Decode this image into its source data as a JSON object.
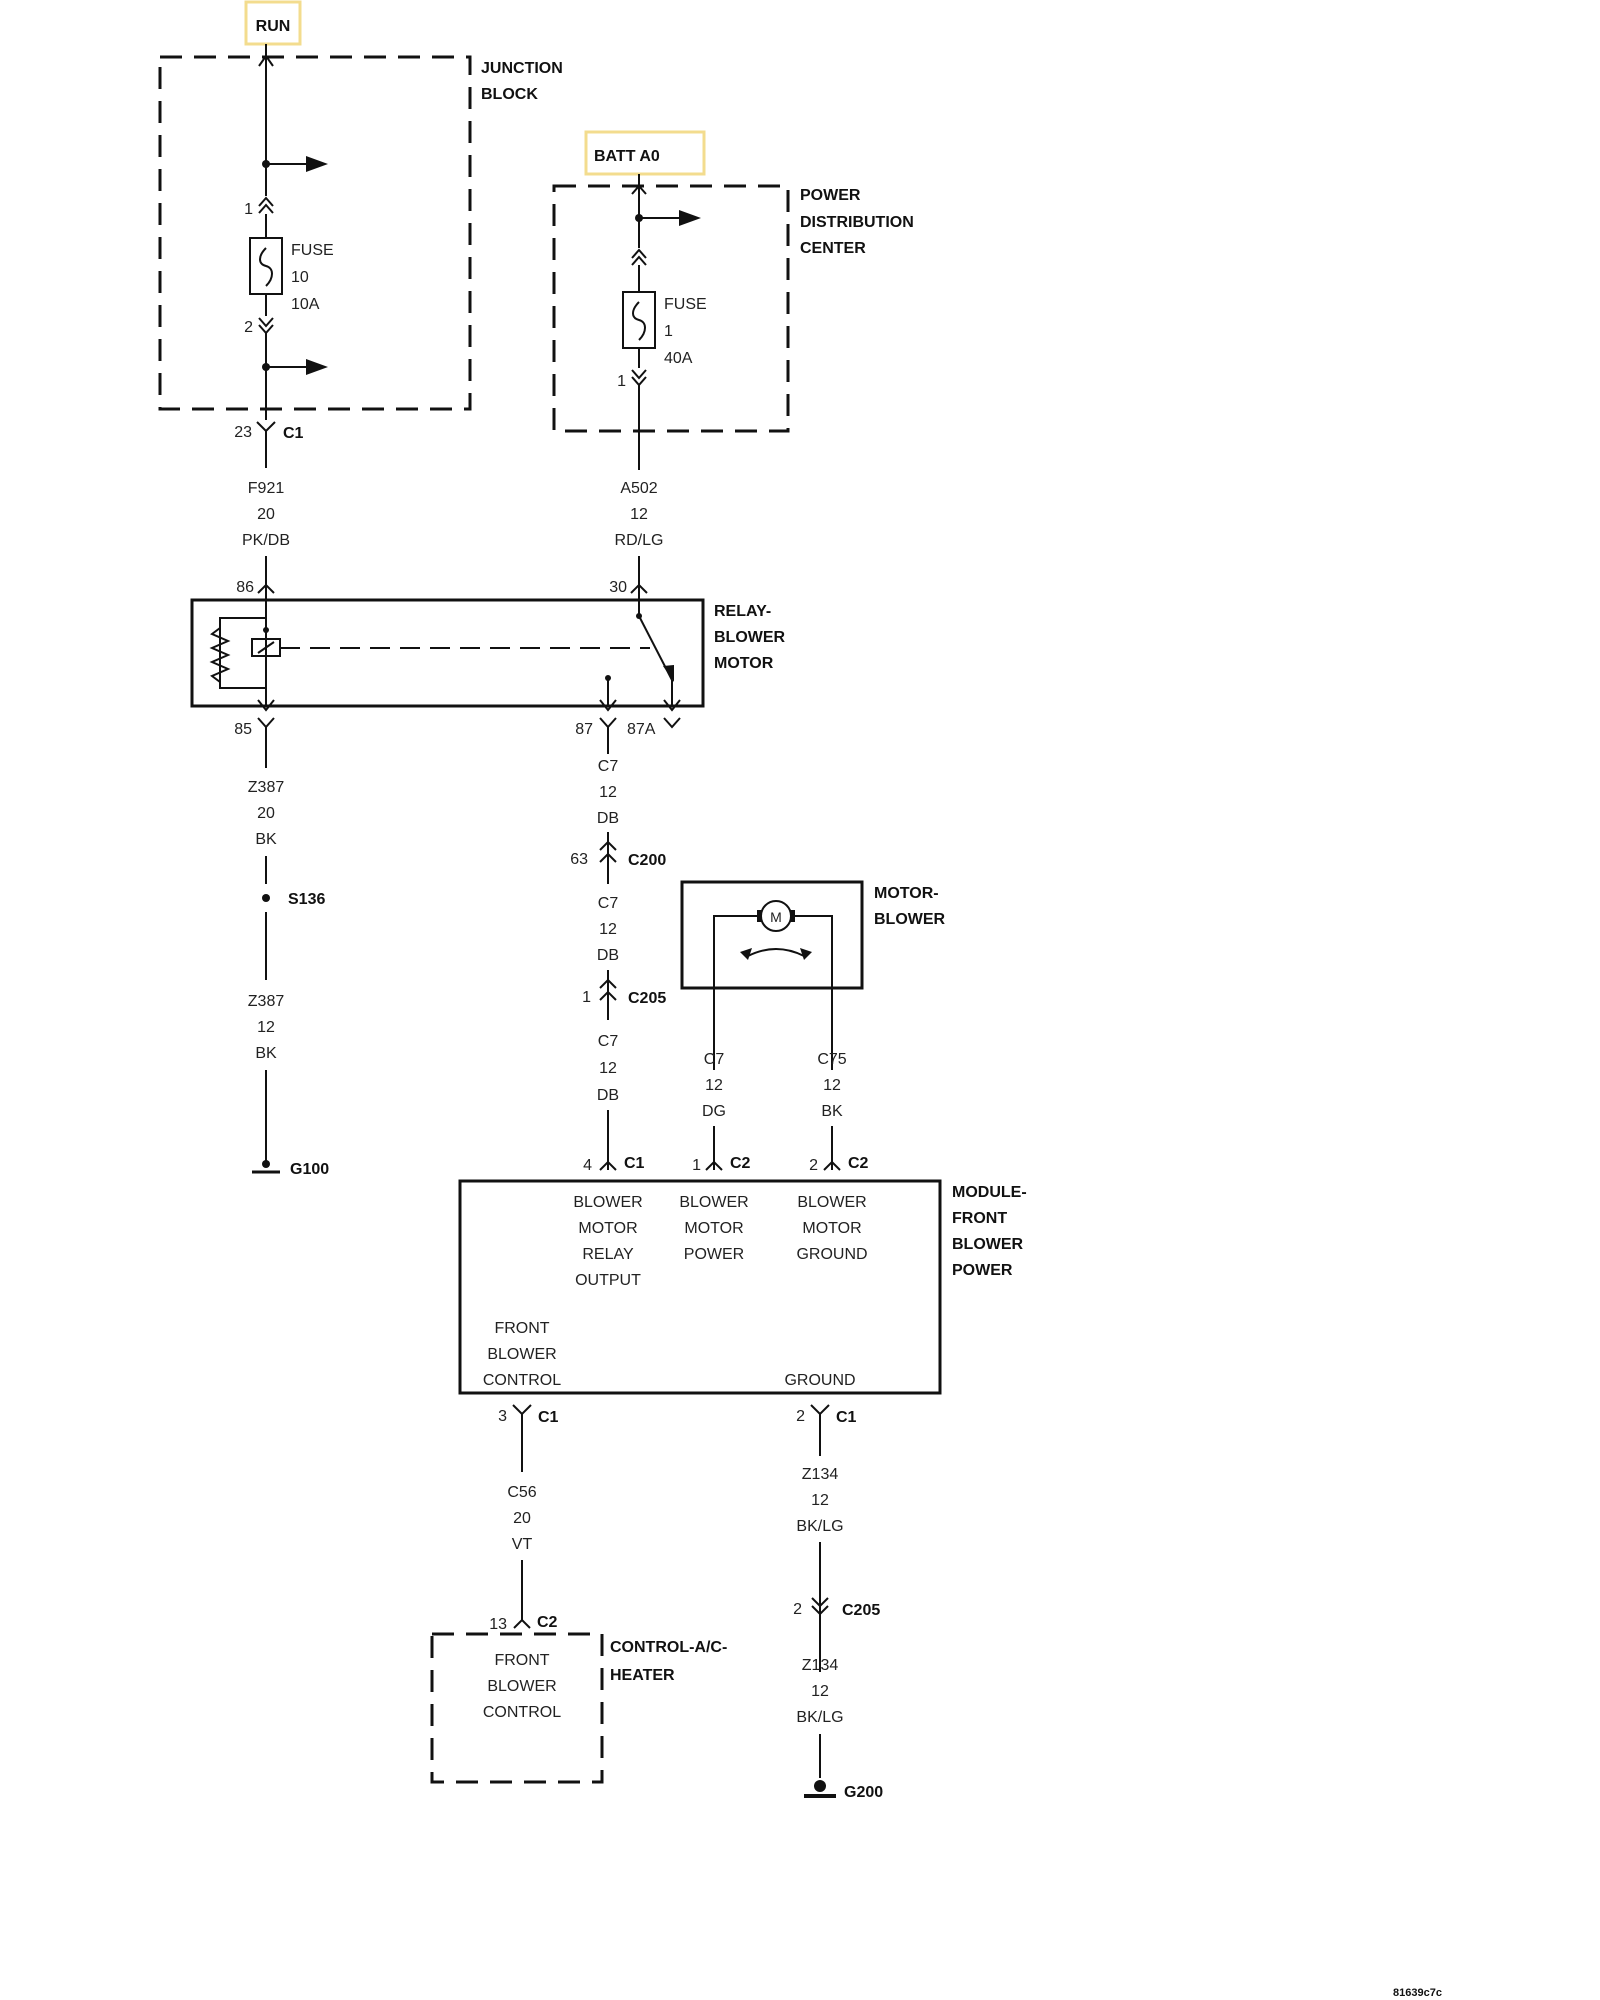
{
  "sources": {
    "run": "RUN",
    "batt": "BATT A0"
  },
  "junction_block": {
    "label1": "JUNCTION",
    "label2": "BLOCK",
    "fuse_word": "FUSE",
    "fuse_number": "10",
    "fuse_rating": "10A",
    "pin_top": "1",
    "pin_bottom": "2",
    "connector_pin": "23",
    "connector": "C1"
  },
  "pdc": {
    "label1": "POWER",
    "label2": "DISTRIBUTION",
    "label3": "CENTER",
    "fuse_word": "FUSE",
    "fuse_number": "1",
    "fuse_rating": "40A",
    "pin_bottom": "1"
  },
  "wires": {
    "f921": {
      "id": "F921",
      "gauge": "20",
      "color": "PK/DB"
    },
    "a502": {
      "id": "A502",
      "gauge": "12",
      "color": "RD/LG"
    },
    "z387a": {
      "id": "Z387",
      "gauge": "20",
      "color": "BK"
    },
    "z387b": {
      "id": "Z387",
      "gauge": "12",
      "color": "BK"
    },
    "c7a": {
      "id": "C7",
      "gauge": "12",
      "color": "DB"
    },
    "c7b": {
      "id": "C7",
      "gauge": "12",
      "color": "DB"
    },
    "c7c": {
      "id": "C7",
      "gauge": "12",
      "color": "DB"
    },
    "c7dg": {
      "id": "C7",
      "gauge": "12",
      "color": "DG"
    },
    "c75": {
      "id": "C75",
      "gauge": "12",
      "color": "BK"
    },
    "c56": {
      "id": "C56",
      "gauge": "20",
      "color": "VT"
    },
    "z134a": {
      "id": "Z134",
      "gauge": "12",
      "color": "BK/LG"
    },
    "z134b": {
      "id": "Z134",
      "gauge": "12",
      "color": "BK/LG"
    }
  },
  "relay": {
    "label1": "RELAY-",
    "label2": "BLOWER",
    "label3": "MOTOR",
    "pin86": "86",
    "pin30": "30",
    "pin85": "85",
    "pin87": "87",
    "pin87a": "87A"
  },
  "splice": {
    "id": "S136"
  },
  "grounds": {
    "g100": "G100",
    "g200": "G200"
  },
  "connectors": {
    "c200_pin": "63",
    "c200": "C200",
    "c205_pin": "1",
    "c205": "C205",
    "c205b_pin": "2",
    "c205b": "C205",
    "mod_c1_pin": "4",
    "mod_c1": "C1",
    "mod_c2a_pin": "1",
    "mod_c2a": "C2",
    "mod_c2b_pin": "2",
    "mod_c2b": "C2",
    "mod_bot_c1a_pin": "3",
    "mod_bot_c1a": "C1",
    "mod_bot_c1b_pin": "2",
    "mod_bot_c1b": "C1",
    "ac_c2_pin": "13",
    "ac_c2": "C2"
  },
  "motor": {
    "label1": "MOTOR-",
    "label2": "BLOWER",
    "symbol": "M"
  },
  "module": {
    "label1": "MODULE-",
    "label2": "FRONT",
    "label3": "BLOWER",
    "label4": "POWER",
    "relay_output": [
      "BLOWER",
      "MOTOR",
      "RELAY",
      "OUTPUT"
    ],
    "motor_power": [
      "BLOWER",
      "MOTOR",
      "POWER"
    ],
    "motor_ground": [
      "BLOWER",
      "MOTOR",
      "GROUND"
    ],
    "front_control": [
      "FRONT",
      "BLOWER",
      "CONTROL"
    ],
    "ground": "GROUND"
  },
  "ac_control": {
    "label1": "CONTROL-A/C-",
    "label2": "HEATER",
    "inside": [
      "FRONT",
      "BLOWER",
      "CONTROL"
    ]
  },
  "figure_code": "81639c7c"
}
